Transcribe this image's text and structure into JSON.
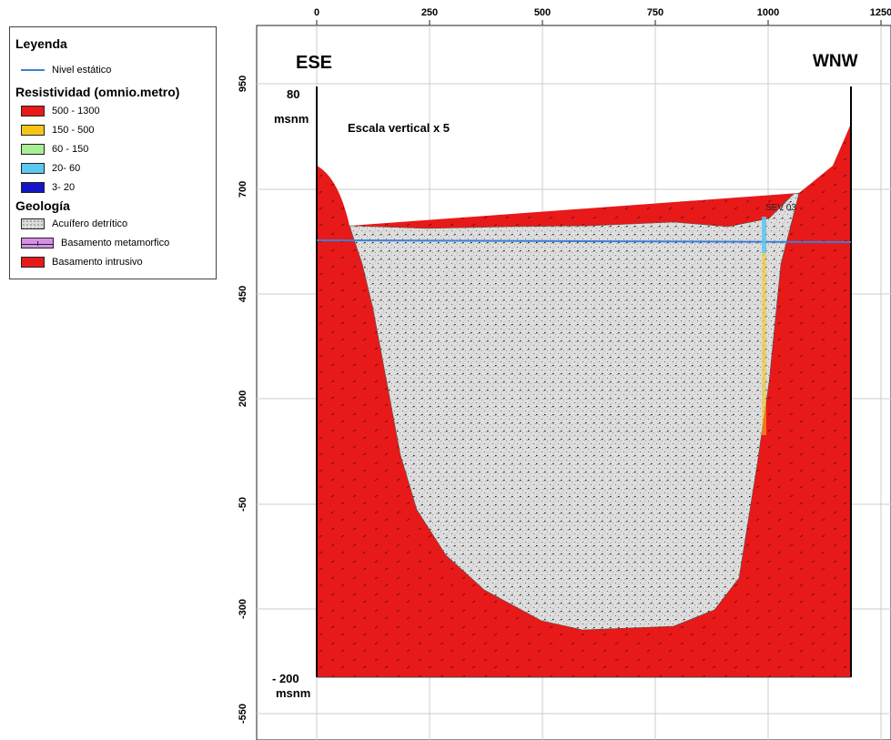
{
  "legend": {
    "title": "Leyenda",
    "static_level_label": "Nivel estático",
    "resistivity_title": "Resistividad (omnio.metro)",
    "resistivity_classes": [
      {
        "label": "500 - 1300",
        "color": "#e81919"
      },
      {
        "label": "150 - 500",
        "color": "#f5c518"
      },
      {
        "label": "60 - 150",
        "color": "#a8ef94"
      },
      {
        "label": "20- 60",
        "color": "#5bc8ef"
      },
      {
        "label": "3- 20",
        "color": "#1515c8"
      }
    ],
    "geology_title": "Geología",
    "geology_items": [
      {
        "label": "Acuífero detrítico",
        "color": "#dcdcdc"
      },
      {
        "label": "Basamento metamorfico",
        "color": "#d58fe6"
      },
      {
        "label": "Basamento intrusivo",
        "color": "#e81919"
      }
    ]
  },
  "section": {
    "x_ticks": [
      "0",
      "250",
      "500",
      "750",
      "1000",
      "1250"
    ],
    "y_ticks": [
      "950",
      "700",
      "450",
      "200",
      "-50",
      "-300",
      "-550"
    ],
    "left_direction": "ESE",
    "right_direction": "WNW",
    "top_marker_value": "80",
    "top_marker_unit": "msnm",
    "bottom_marker_value": "- 200",
    "bottom_marker_unit": "msnm",
    "vertical_scale_note": "Escala vertical x 5",
    "sounding_label": "SEV 03"
  },
  "colors": {
    "intrusive": "#e81919",
    "aquifer": "#dcdcdc",
    "water_table": "#3a7fd5",
    "grid": "#cccccc"
  }
}
